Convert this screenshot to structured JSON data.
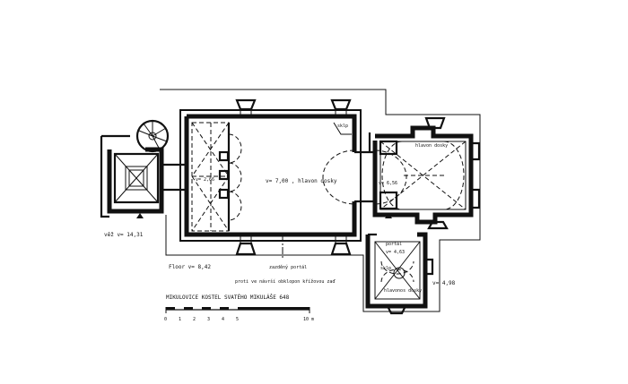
{
  "labels": {
    "sakristie_annex": "sklp",
    "tower_height": "věž v= 14,31",
    "nave_height": "v= 7,00 ,  hlavon dosky",
    "choir_height": "v= 6,56",
    "choir_vault": "hlavon dosky",
    "sacristy_portal": "portál",
    "sacristy_label": "sklp",
    "sacristy_vault": "hlavonos dosky",
    "sacristy_height": "v= 4,63",
    "east_annex_height": "v= 4,98",
    "small_vault": "v= 2,66",
    "floor_height": "Floor  v= 8,42",
    "portal_note": "zazděný portál",
    "cross_note": "proti ve návrší obklopon křížovou zaď",
    "caption": "MIKULOVICE  KOSTEL  SVATÉHO  MIKULÁŠE   648",
    "scale_ticks": [
      "0",
      "1",
      "2",
      "3",
      "4",
      "5",
      "10 m"
    ]
  }
}
